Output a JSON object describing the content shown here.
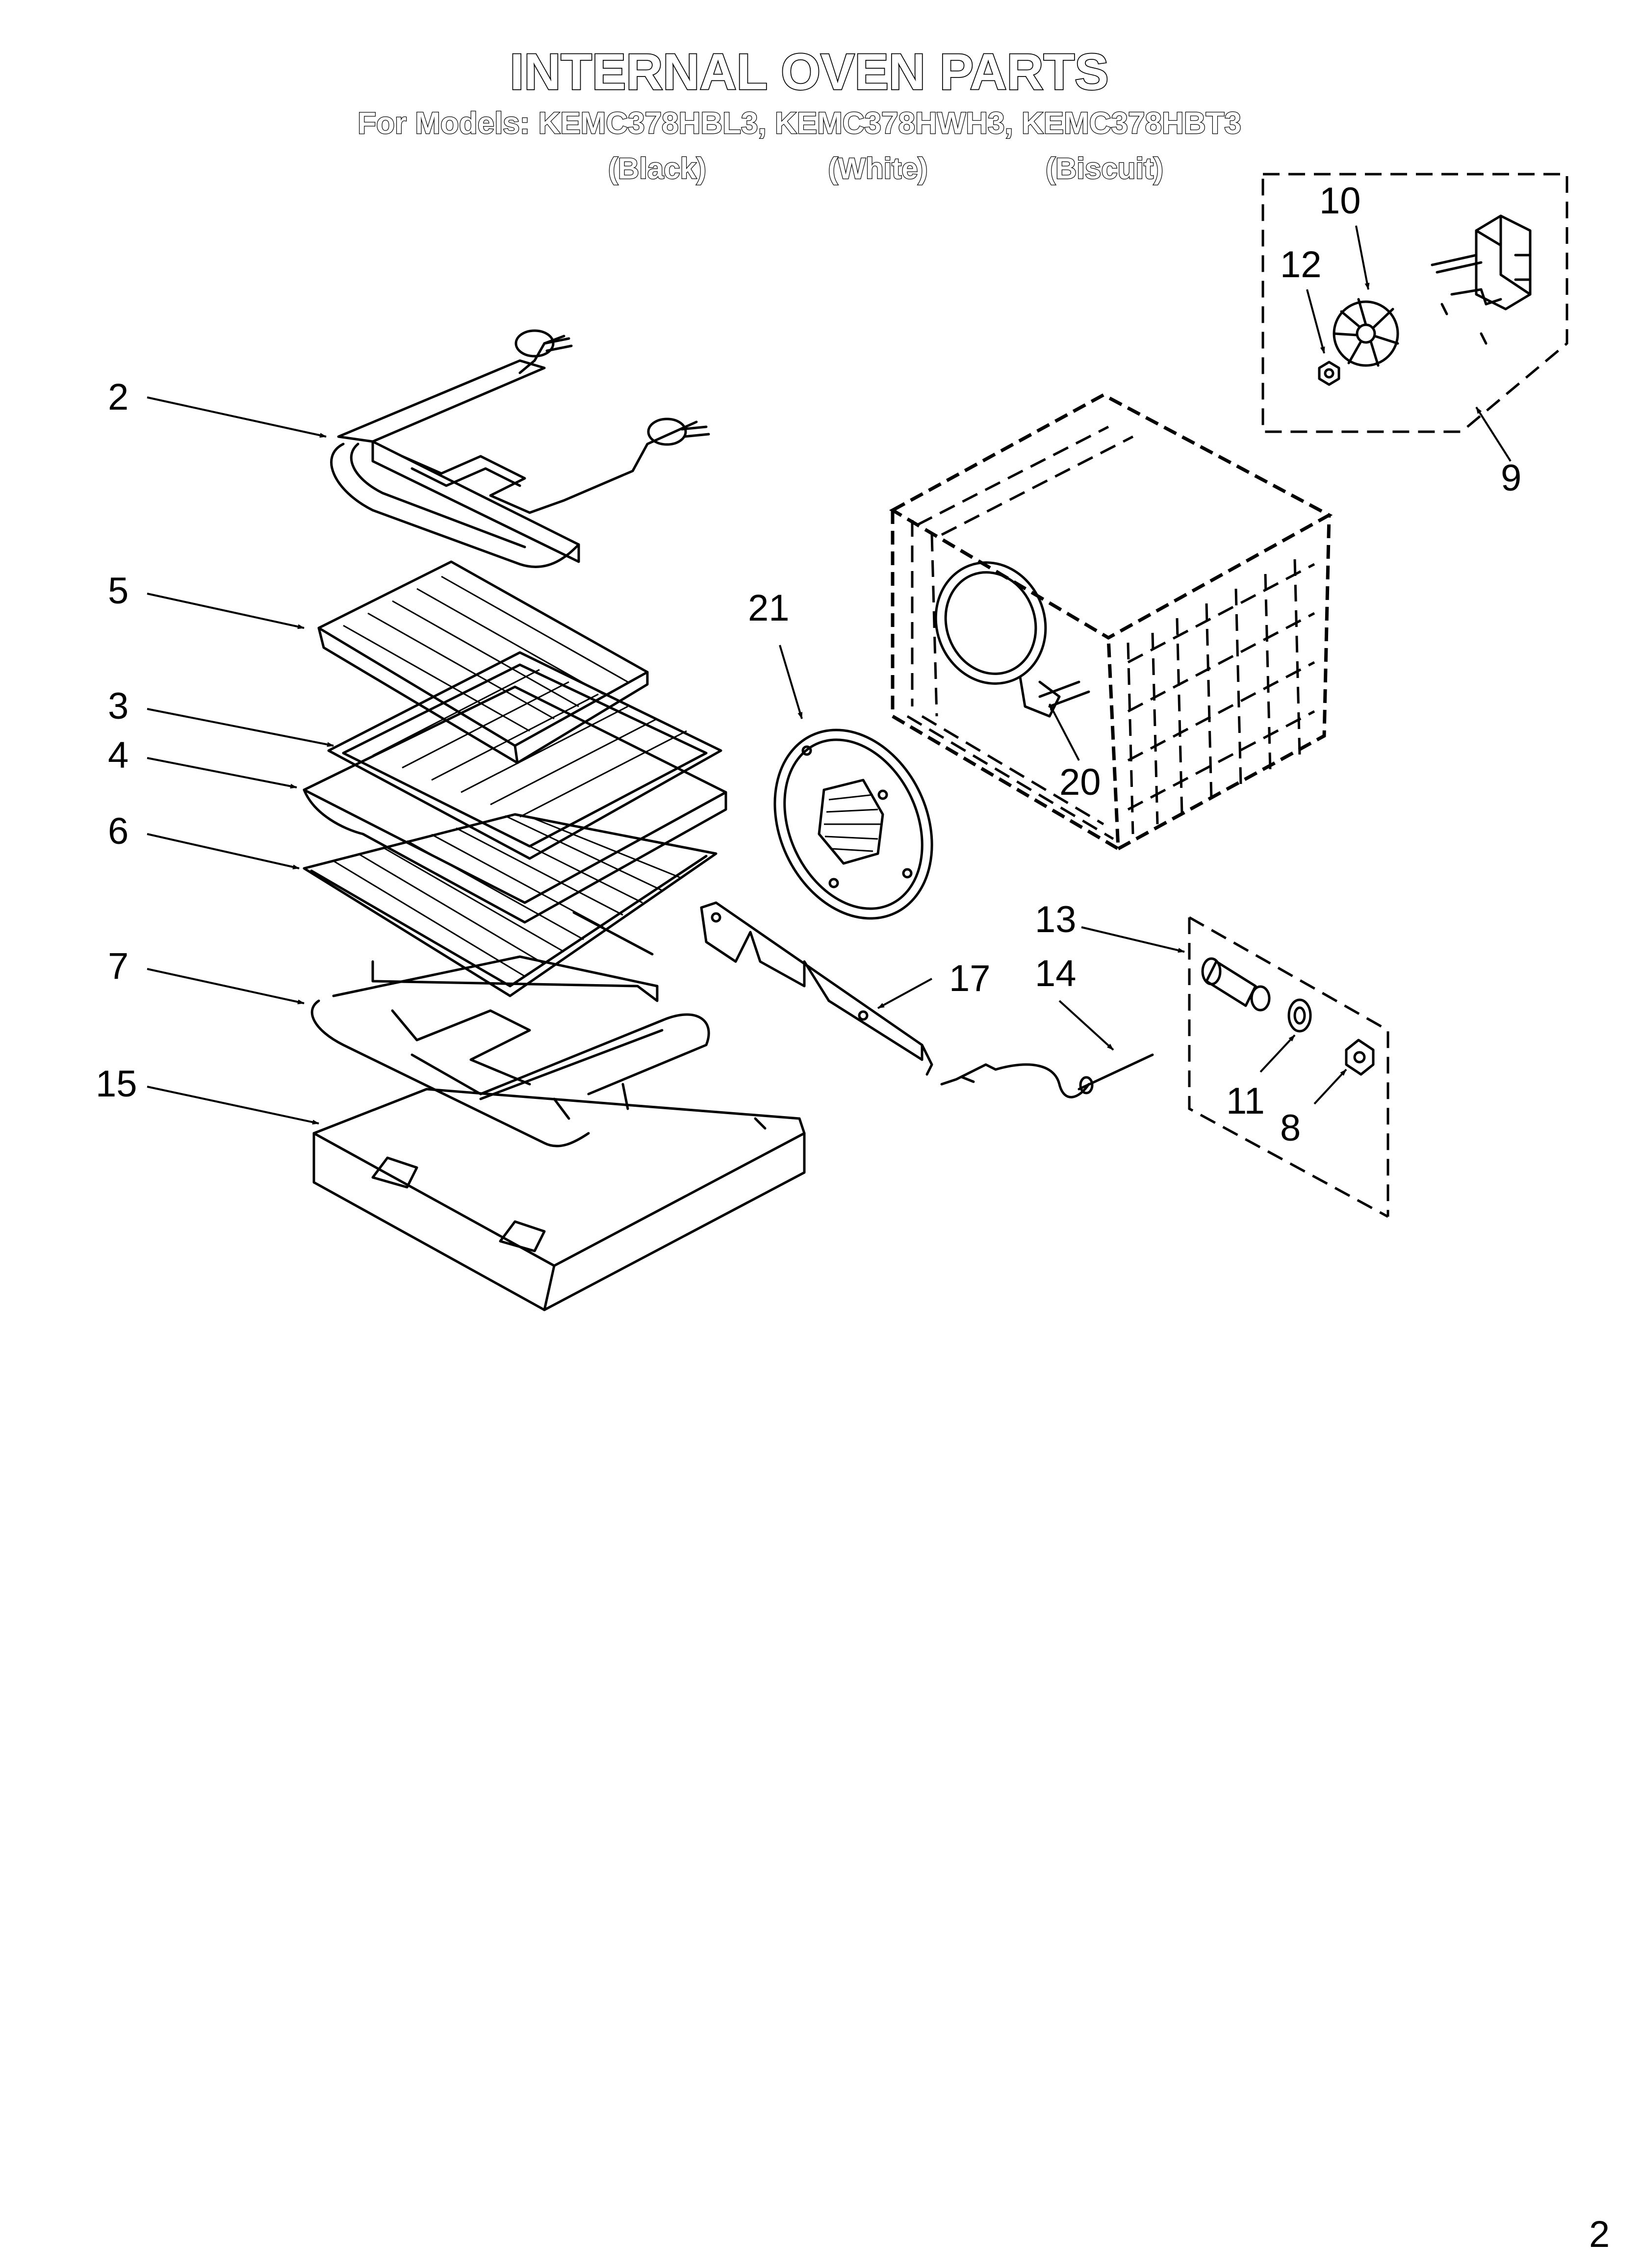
{
  "header": {
    "title": "INTERNAL OVEN PARTS",
    "models_line": "For Models: KEMC378HBL3, KEMC378HWH3, KEMC378HBT3",
    "variants": [
      "(Black)",
      "(White)",
      "(Biscuit)"
    ]
  },
  "callouts": {
    "c2": "2",
    "c5": "5",
    "c3": "3",
    "c4": "4",
    "c6": "6",
    "c7": "7",
    "c15": "15",
    "c21": "21",
    "c20": "20",
    "c17": "17",
    "c13": "13",
    "c14": "14",
    "c11": "11",
    "c8": "8",
    "c10": "10",
    "c12": "12",
    "c9": "9"
  },
  "footer": {
    "page_number": "2"
  }
}
